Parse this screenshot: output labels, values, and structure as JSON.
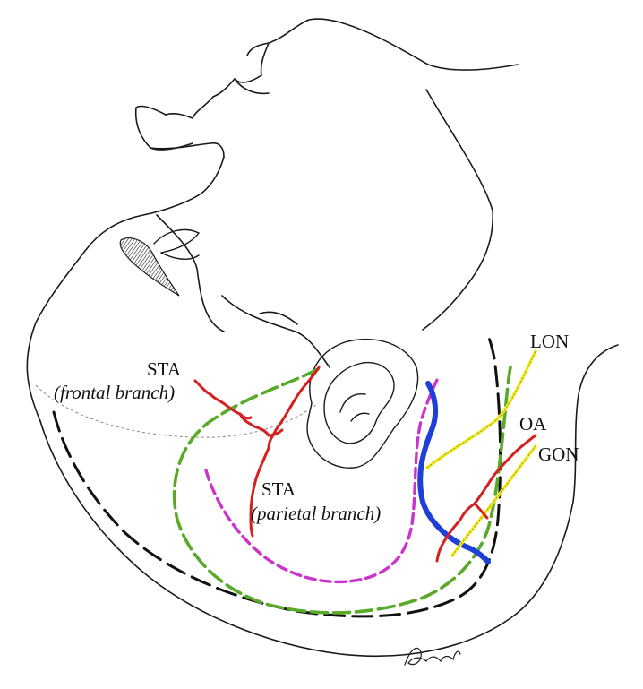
{
  "labels": {
    "sta_frontal": "STA",
    "sta_frontal_sub": "(frontal branch)",
    "sta_parietal": "STA",
    "sta_parietal_sub": "(parietal branch)",
    "lon": "LON",
    "oa": "OA",
    "gon": "GON"
  },
  "signature": "Alouna",
  "colors": {
    "outline": "#1a1a1a",
    "artery": "#d42020",
    "nerve": "#f2ee2a",
    "vein": "#1f3fd6",
    "green_line": "#5aaa2a",
    "magenta_line": "#cc33cc",
    "black_dash": "#111111"
  }
}
